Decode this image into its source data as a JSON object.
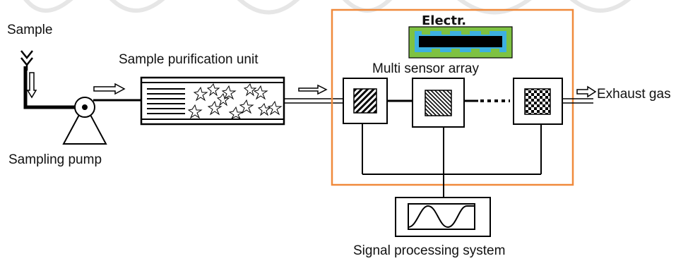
{
  "labels": {
    "sample": "Sample",
    "sampling_pump": "Sampling pump",
    "purification_unit": "Sample purification unit",
    "electrode": "Electr.",
    "multi_sensor_array": "Multi sensor array",
    "exhaust_gas": "Exhaust gas",
    "signal_processing": "Signal processing system"
  },
  "colors": {
    "enclosure_border": "#f08a3c",
    "electrode_green": "#7ec242",
    "electrode_blue": "#3db0e0",
    "line": "#000000",
    "watermark": "#e6e6e6"
  }
}
